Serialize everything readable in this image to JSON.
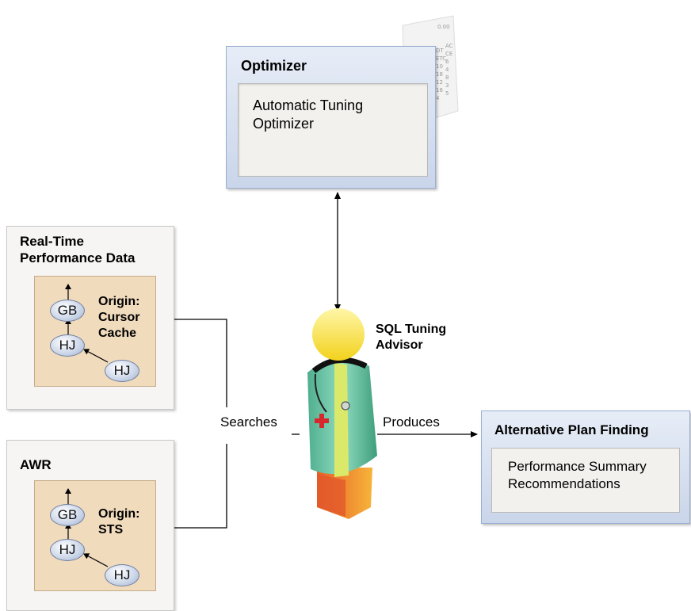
{
  "optimizer": {
    "title": "Optimizer",
    "component": "Automatic Tuning Optimizer"
  },
  "advisor": {
    "label_line1": "SQL Tuning",
    "label_line2": "Advisor"
  },
  "edges": {
    "searches": "Searches",
    "produces": "Produces"
  },
  "realtime": {
    "title_line1": "Real-Time",
    "title_line2": "Performance Data",
    "origin_line1": "Origin:",
    "origin_line2": "Cursor",
    "origin_line3": "Cache",
    "nodes": [
      "GB",
      "HJ",
      "HJ"
    ]
  },
  "awr": {
    "title": "AWR",
    "origin_line1": "Origin:",
    "origin_line2": "STS",
    "nodes": [
      "GB",
      "HJ",
      "HJ"
    ]
  },
  "alternative": {
    "title": "Alternative Plan Finding",
    "line1": "Performance Summary",
    "line2": "Recommendations"
  },
  "colors": {
    "container_blue": "#c9d5ea",
    "plan_tan": "#f1dbbd",
    "advisor_head": "#f7e03c",
    "advisor_coat": "#6fc7a6",
    "advisor_legs": "#f08a2a",
    "cross": "#d8262c"
  }
}
